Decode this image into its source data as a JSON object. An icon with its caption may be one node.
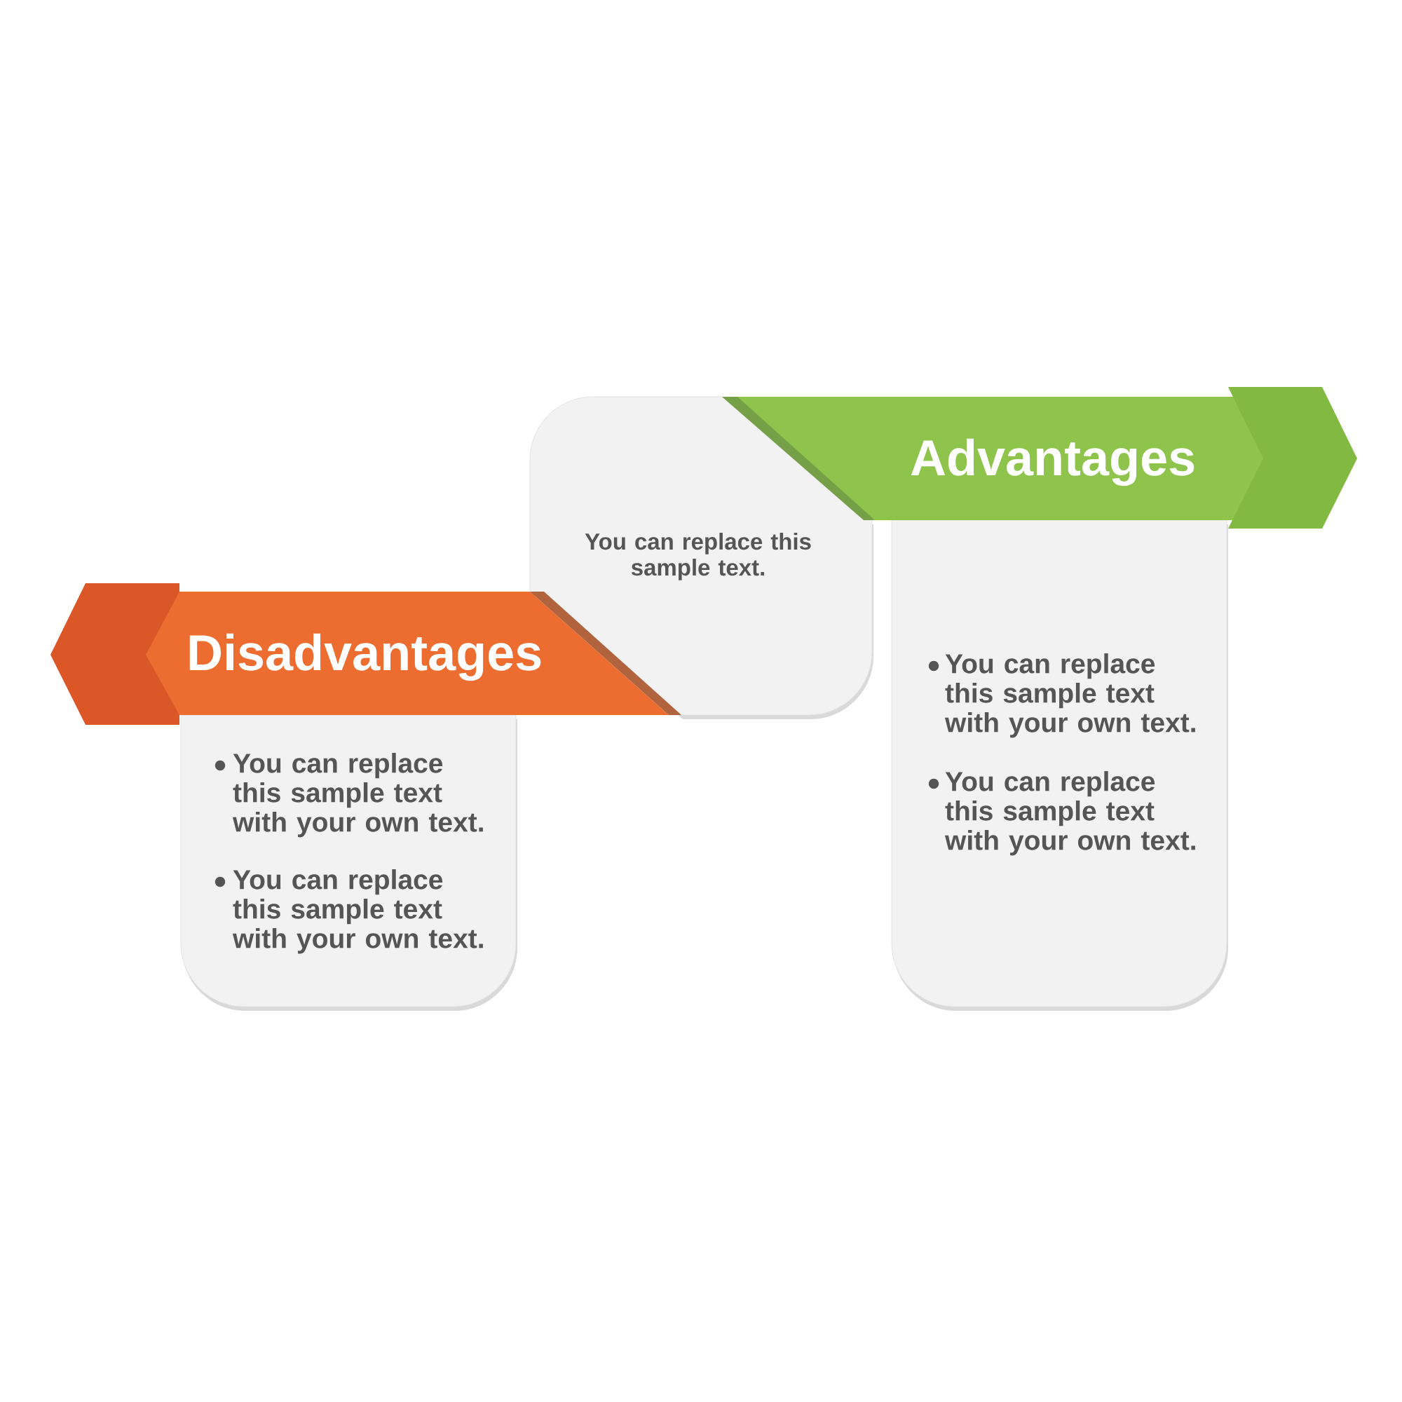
{
  "diagram": {
    "nodes": [
      {
        "text": [
          "Disadvantages"
        ]
      },
      {
        "text": [
          "You can replace this sample text with your own text.",
          "You can replace this sample text with your own text."
        ]
      },
      {
        "text": [
          "You can replace this sample text."
        ]
      },
      {
        "text": [
          "Advantages"
        ]
      },
      {
        "text": [
          "You can replace this sample text with your own text.",
          "You can replace this sample text with your own text."
        ]
      }
    ]
  }
}
